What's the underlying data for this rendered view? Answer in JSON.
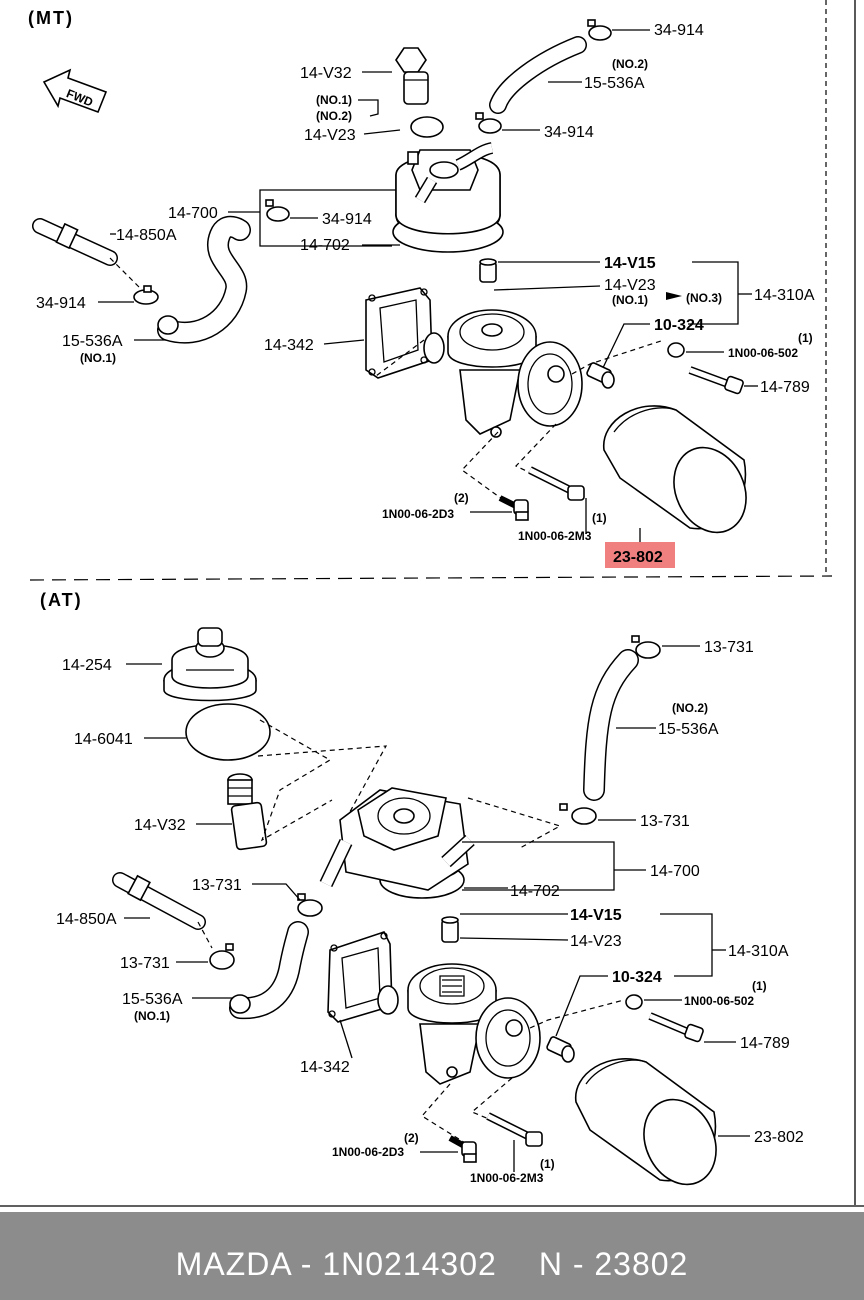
{
  "sections": {
    "mt": "(MT)",
    "at": "(AT)"
  },
  "fwd": "FWD",
  "mt_labels": {
    "l34914_a": "34-914",
    "no2_a": "(NO.2)",
    "l15536a_a": "15-536A",
    "l14v32": "14-V32",
    "no1": "(NO.1)",
    "no2": "(NO.2)",
    "l14v23_a": "14-V23",
    "l34914_b": "34-914",
    "l14700": "14-700",
    "l34914_c": "34-914",
    "l14850a": "14-850A",
    "l14702": "14-702",
    "l14v15": "14-V15",
    "l14v23_b": "14-V23",
    "no1_b": "(NO.1)",
    "no3": "(NO.3)",
    "l14310a": "14-310A",
    "l34914_d": "34-914",
    "l14342": "14-342",
    "l10324": "10-324",
    "l15536a_b": "15-536A",
    "no1_c": "(NO.1)",
    "q1_a": "(1)",
    "l1n00_502": "1N00-06-502",
    "l14789": "14-789",
    "q2": "(2)",
    "l1n00_2d3": "1N00-06-2D3",
    "q1_b": "(1)",
    "l1n00_2m3": "1N00-06-2M3",
    "l23802": "23-802"
  },
  "at_labels": {
    "l14254": "14-254",
    "l13731_a": "13-731",
    "l146041": "14-6041",
    "no2": "(NO.2)",
    "l15536a_a": "15-536A",
    "l14v32": "14-V32",
    "l13731_b": "13-731",
    "l14700": "14-700",
    "l13731_c": "13-731",
    "l14702": "14-702",
    "l14850a": "14-850A",
    "l14v15": "14-V15",
    "l14v23": "14-V23",
    "l14310a": "14-310A",
    "l13731_d": "13-731",
    "l10324": "10-324",
    "l15536a_b": "15-536A",
    "no1": "(NO.1)",
    "q1_a": "(1)",
    "l1n00_502": "1N00-06-502",
    "l14342": "14-342",
    "l14789": "14-789",
    "q2": "(2)",
    "l1n00_2d3": "1N00-06-2D3",
    "l23802": "23-802",
    "q1_b": "(1)",
    "l1n00_2m3": "1N00-06-2M3"
  },
  "highlight_color": "#f08080",
  "footer": {
    "left": "MAZDA - 1N0214302",
    "right": "N - 23802"
  }
}
